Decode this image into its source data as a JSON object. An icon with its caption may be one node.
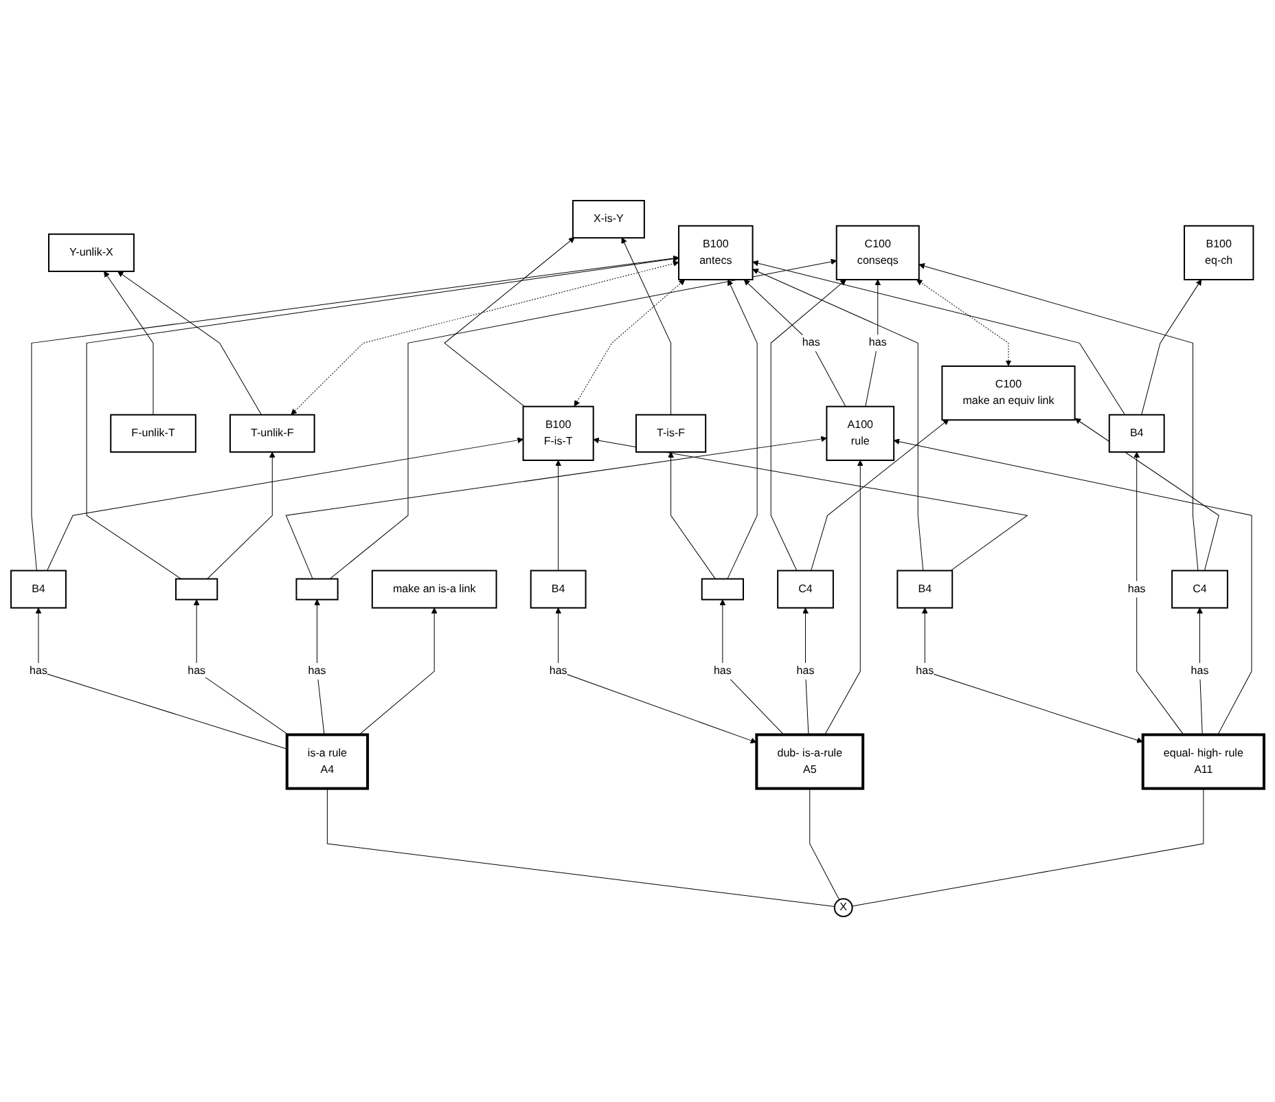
{
  "diagram": {
    "nodes": [
      {
        "text": [
          "X-is-Y"
        ]
      },
      {
        "text": [
          "Y-unlik-X"
        ]
      },
      {
        "text": [
          "B100",
          "eq-ch"
        ]
      },
      {
        "text": [
          "make an is-a link"
        ]
      },
      {
        "text": [
          "C100",
          "make an equiv link"
        ]
      },
      {
        "text": [
          "B100",
          "F-is-T"
        ]
      },
      {
        "text": [
          "F-unlik-T"
        ]
      },
      {
        "text": [
          "T-is-F"
        ]
      },
      {
        "text": [
          "T-unlik-F"
        ]
      },
      {
        "text": [
          "B100",
          "antecs"
        ]
      },
      {
        "text": [
          "A100",
          "rule"
        ]
      },
      {
        "text": [
          "C100",
          "conseqs"
        ]
      },
      {
        "text": [
          "B4"
        ]
      },
      {
        "text": [],
        "shape": "box"
      },
      {
        "text": [],
        "shape": "box"
      },
      {
        "text": [
          "B4"
        ]
      },
      {
        "text": [],
        "shape": "box"
      },
      {
        "text": [
          "C4"
        ]
      },
      {
        "text": [
          "B4"
        ]
      },
      {
        "text": [
          "B4"
        ]
      },
      {
        "text": [
          "C4"
        ]
      },
      {
        "text": [
          "is-a rule",
          "A4"
        ]
      },
      {
        "text": [
          "dub- is-a-rule",
          "A5"
        ]
      },
      {
        "text": [
          "equal- high- rule",
          "A11"
        ]
      },
      {
        "text": [
          "X"
        ]
      }
    ],
    "edges": [
      {
        "from": 10,
        "to": 9,
        "arrow": "to",
        "label": "has"
      },
      {
        "from": 10,
        "to": 11,
        "arrow": "to",
        "label": "has"
      },
      {
        "from": 21,
        "to": 12,
        "arrow": "to",
        "label": "has"
      },
      {
        "from": 21,
        "to": 13,
        "arrow": "to",
        "label": "has"
      },
      {
        "from": 21,
        "to": 14,
        "arrow": "to",
        "label": "has"
      },
      {
        "from": 22,
        "to": 15,
        "arrow": "both",
        "label": "has"
      },
      {
        "from": 22,
        "to": 16,
        "arrow": "to",
        "label": "has"
      },
      {
        "from": 22,
        "to": 17,
        "arrow": "to",
        "label": "has"
      },
      {
        "from": 23,
        "to": 18,
        "arrow": "both",
        "label": "has"
      },
      {
        "from": 23,
        "to": 19,
        "arrow": "to",
        "label": "has"
      },
      {
        "from": 23,
        "to": 20,
        "arrow": "to",
        "label": "has"
      },
      {
        "from": 12,
        "to": 9,
        "arrow": "to"
      },
      {
        "from": 12,
        "to": 5,
        "arrow": "to"
      },
      {
        "from": 13,
        "to": 9,
        "arrow": "to"
      },
      {
        "from": 13,
        "to": 8,
        "arrow": "to"
      },
      {
        "from": 14,
        "to": 10,
        "arrow": "to"
      },
      {
        "from": 14,
        "to": 11,
        "arrow": "to"
      },
      {
        "from": 21,
        "to": 3,
        "arrow": "to"
      },
      {
        "from": 15,
        "to": 5,
        "arrow": "to"
      },
      {
        "from": 16,
        "to": 7,
        "arrow": "to"
      },
      {
        "from": 16,
        "to": 9,
        "arrow": "to"
      },
      {
        "from": 17,
        "to": 11,
        "arrow": "to"
      },
      {
        "from": 17,
        "to": 4,
        "arrow": "to"
      },
      {
        "from": 18,
        "to": 9,
        "arrow": "to"
      },
      {
        "from": 19,
        "to": 9,
        "arrow": "to"
      },
      {
        "from": 19,
        "to": 2,
        "arrow": "to"
      },
      {
        "from": 20,
        "to": 11,
        "arrow": "to"
      },
      {
        "from": 20,
        "to": 4,
        "arrow": "to"
      },
      {
        "from": 7,
        "to": 0,
        "arrow": "to"
      },
      {
        "from": 5,
        "to": 0,
        "arrow": "to"
      },
      {
        "from": 6,
        "to": 1,
        "arrow": "to"
      },
      {
        "from": 8,
        "to": 1,
        "arrow": "to"
      },
      {
        "from": 5,
        "to": 9,
        "arrow": "both",
        "style": "dashed"
      },
      {
        "from": 8,
        "to": 9,
        "arrow": "both",
        "style": "dashed"
      },
      {
        "from": 4,
        "to": 11,
        "arrow": "both",
        "style": "dashed"
      },
      {
        "from": 22,
        "to": 10,
        "arrow": "to"
      },
      {
        "from": 23,
        "to": 10,
        "arrow": "to"
      },
      {
        "from": 24,
        "to": 21,
        "arrow": "none"
      },
      {
        "from": 24,
        "to": 22,
        "arrow": "none"
      },
      {
        "from": 24,
        "to": 23,
        "arrow": "none"
      },
      {
        "from": 18,
        "to": 5,
        "arrow": "to"
      }
    ]
  }
}
